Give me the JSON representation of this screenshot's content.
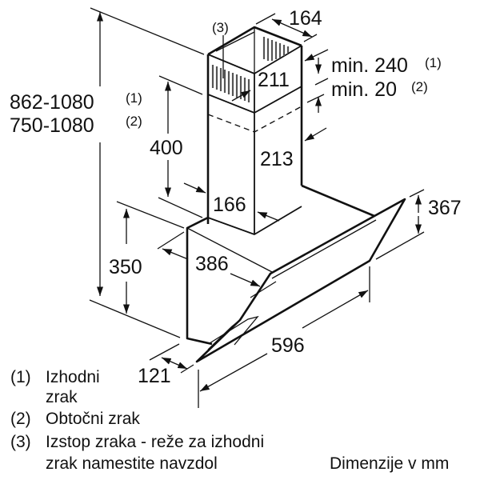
{
  "diagram": {
    "type": "dimension-drawing",
    "subject": "angled wall-mounted cooker hood with chimney",
    "units_label": "Dimenzije v mm",
    "callout": "(3)",
    "dimensions": {
      "total_height_exhaust": "862-1080",
      "total_height_exhaust_note": "(1)",
      "total_height_recirc": "750-1080",
      "total_height_recirc_note": "(2)",
      "chimney_lower_height": "400",
      "chimney_width": "164",
      "chimney_depth_upper": "211",
      "chimney_depth_lower": "213",
      "chimney_width_lower": "166",
      "min_exhaust": "min. 240",
      "min_exhaust_note": "(1)",
      "min_recirc": "min. 20",
      "min_recirc_note": "(2)",
      "glass_height": "367",
      "body_height": "350",
      "hood_depth": "386",
      "hood_width": "596",
      "bottom_depth": "121"
    },
    "legend": [
      {
        "num": "(1)",
        "line1": "Izhodni",
        "line2": "zrak"
      },
      {
        "num": "(2)",
        "line1": "Obtočni zrak"
      },
      {
        "num": "(3)",
        "line1": "Izstop zraka - reže za izhodni",
        "line2": "zrak namestite navzdol"
      }
    ],
    "colors": {
      "line": "#111111",
      "background": "#ffffff",
      "slots": "#555555"
    }
  }
}
